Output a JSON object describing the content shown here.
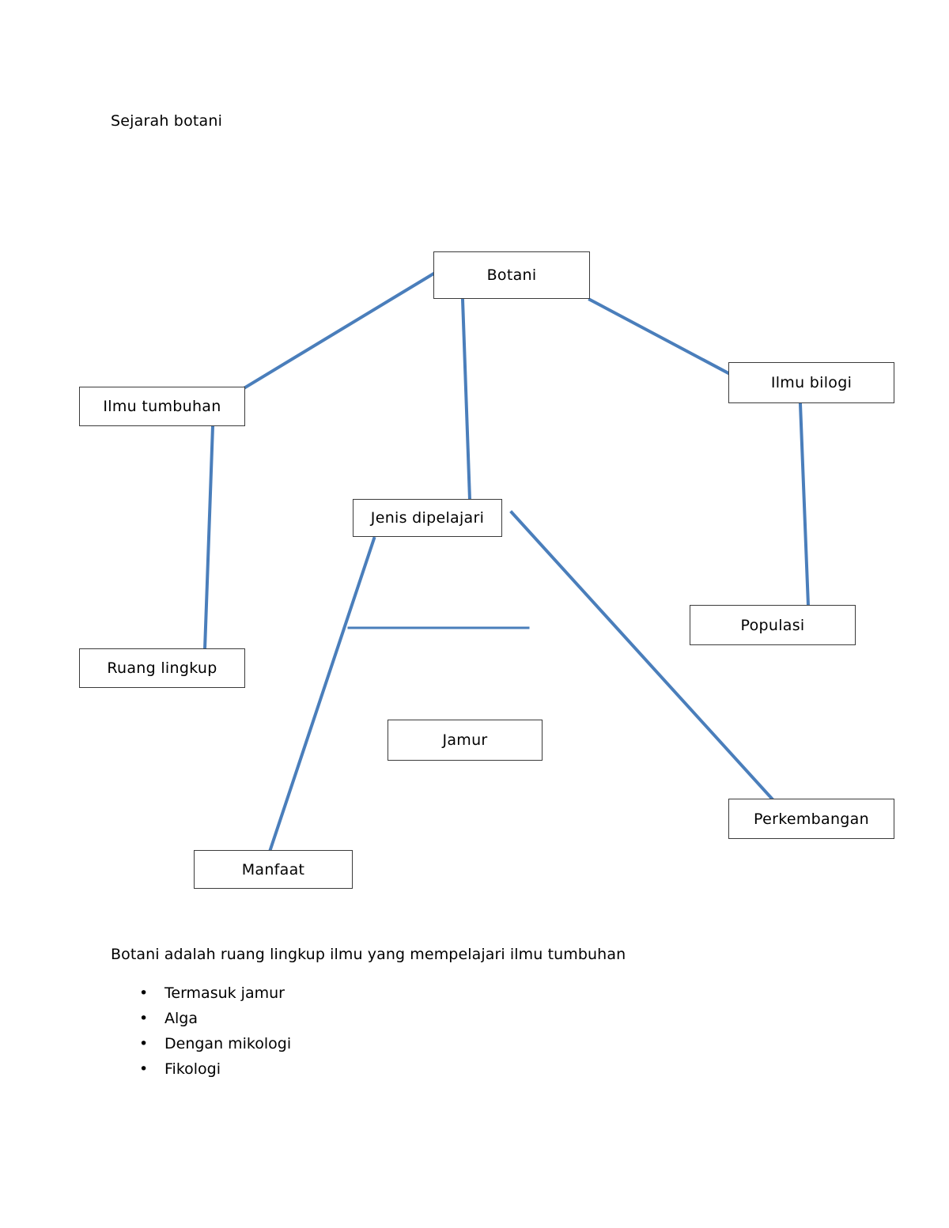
{
  "document": {
    "title": "Sejarah botani"
  },
  "diagram": {
    "type": "tree-flowchart",
    "line_color": "#4A7EBB",
    "node_border_color": "#3B3B3B",
    "nodes": [
      {
        "id": "botani",
        "label": "Botani"
      },
      {
        "id": "ilmu-tumbuhan",
        "label": "Ilmu tumbuhan"
      },
      {
        "id": "ilmu-bilogi",
        "label": "Ilmu bilogi"
      },
      {
        "id": "jenis",
        "label": "Jenis dipelajari"
      },
      {
        "id": "populasi",
        "label": "Populasi"
      },
      {
        "id": "ruang-lingkup",
        "label": "Ruang lingkup"
      },
      {
        "id": "jamur",
        "label": "Jamur"
      },
      {
        "id": "perkembangan",
        "label": "Perkembangan"
      },
      {
        "id": "manfaat",
        "label": "Manfaat"
      }
    ],
    "connectors": [
      {
        "from": "botani",
        "to": "ilmu-tumbuhan"
      },
      {
        "from": "botani",
        "to": "ilmu-bilogi"
      },
      {
        "from": "botani",
        "to": "jenis"
      },
      {
        "from": "ilmu-tumbuhan",
        "to": "ruang-lingkup"
      },
      {
        "from": "ilmu-bilogi",
        "to": "populasi"
      },
      {
        "from": "jenis",
        "to": "manfaat"
      },
      {
        "from": "jenis",
        "to": "perkembangan"
      },
      {
        "from": "jenis",
        "to": "unconnected-horizontal-line"
      }
    ]
  },
  "body": {
    "paragraph": "Botani adalah ruang lingkup ilmu yang mempelajari ilmu tumbuhan",
    "bullet_marker": "•",
    "bullets": [
      "Termasuk jamur",
      "Alga",
      "Dengan mikologi",
      "Fikologi"
    ]
  }
}
